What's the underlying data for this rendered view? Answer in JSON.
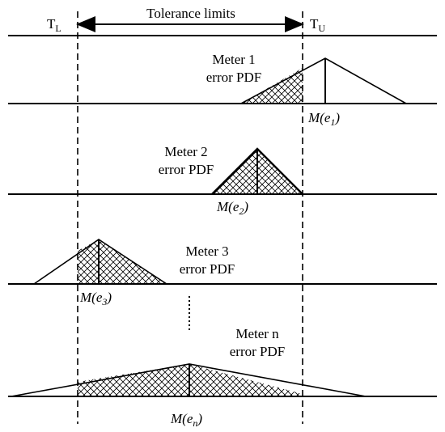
{
  "limits": {
    "lower_base": "T",
    "lower_sub": "L",
    "upper_base": "T",
    "upper_sub": "U",
    "band_label": "Tolerance limits"
  },
  "meters": [
    {
      "name_line1": "Meter 1",
      "name_line2": "error PDF",
      "mean_prefix": "M(e",
      "mean_sub": "1",
      "mean_suffix": ")"
    },
    {
      "name_line1": "Meter 2",
      "name_line2": "error PDF",
      "mean_prefix": "M(e",
      "mean_sub": "2",
      "mean_suffix": ")"
    },
    {
      "name_line1": "Meter 3",
      "name_line2": "error PDF",
      "mean_prefix": "M(e",
      "mean_sub": "3",
      "mean_suffix": ")"
    },
    {
      "name_line1": "Meter n",
      "name_line2": "error PDF",
      "mean_prefix": "M(e",
      "mean_sub": "n",
      "mean_suffix": ")"
    }
  ]
}
